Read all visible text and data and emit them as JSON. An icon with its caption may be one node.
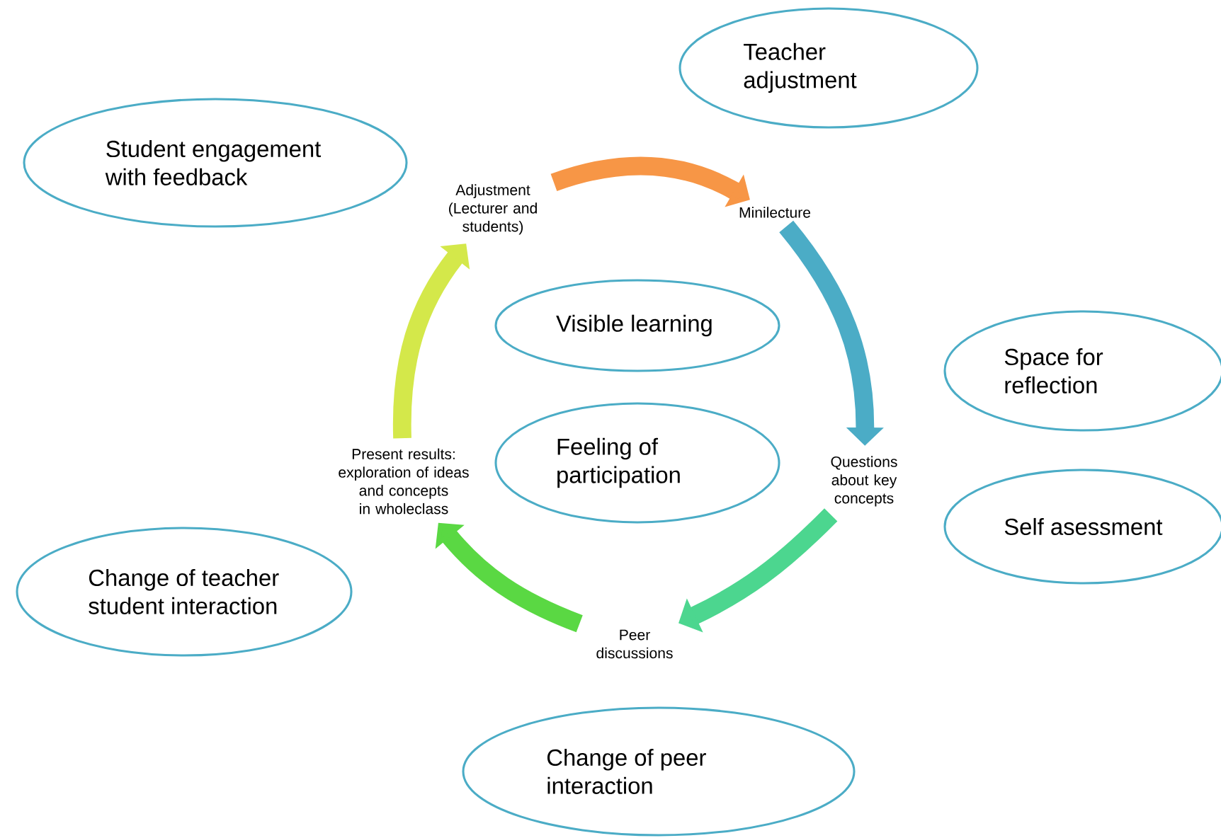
{
  "diagram": {
    "nodes": [
      {
        "text": [
          "Teacher adjustment"
        ]
      },
      {
        "text": [
          "Student engagement with feedback"
        ]
      },
      {
        "text": [
          "Adjustment (Lecturer and students)"
        ]
      },
      {
        "text": [
          "Minilecture"
        ]
      },
      {
        "text": [
          "Visible learning"
        ]
      },
      {
        "text": [
          "Space for reflection"
        ]
      },
      {
        "text": [
          "Present results: exploration of ideas and concepts in wholeclass"
        ]
      },
      {
        "text": [
          "Feeling of participation"
        ]
      },
      {
        "text": [
          "Questions about key concepts"
        ]
      },
      {
        "text": [
          "Self asessment"
        ]
      },
      {
        "text": [
          "Change of teacher student interaction"
        ]
      },
      {
        "text": [
          "Peer discussions"
        ]
      },
      {
        "text": [
          "Change of peer interaction"
        ]
      }
    ],
    "edges": [
      {
        "from": 2,
        "to": 3,
        "arrow": "to",
        "color": "#f79646"
      },
      {
        "from": 3,
        "to": 8,
        "arrow": "to",
        "color": "#4bacc6"
      },
      {
        "from": 8,
        "to": 11,
        "arrow": "to",
        "color": "#4cd68f"
      },
      {
        "from": 11,
        "to": 6,
        "arrow": "to",
        "color": "#5ad843"
      },
      {
        "from": 6,
        "to": 2,
        "arrow": "to",
        "color": "#d4e84a"
      }
    ]
  }
}
